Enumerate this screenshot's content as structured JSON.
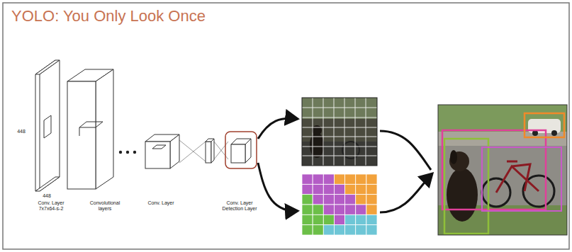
{
  "diagram": {
    "title": "YOLO: You Only Look Once",
    "labels": [
      "448",
      "448",
      "Conv. Layer 7x7x64-s-2",
      "Convolutional layers",
      "Conv. Layer",
      "Conv. Layer Detection Layer"
    ]
  }
}
